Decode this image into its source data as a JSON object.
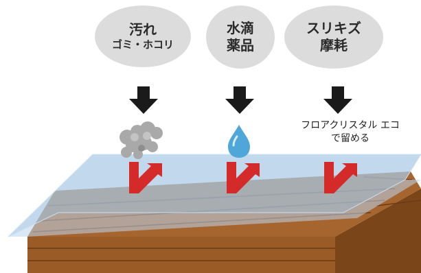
{
  "items": [
    {
      "line1": "汚れ",
      "line2": "ゴミ・ホコリ",
      "icon": "dirt-cloud-icon"
    },
    {
      "line1": "水滴",
      "line2": "薬品",
      "icon": "water-drop-icon"
    },
    {
      "line1": "スリキズ",
      "line2": "摩耗",
      "icon": "none"
    }
  ],
  "coating_caption": {
    "line1": "フロアクリスタル エコ",
    "line2": "で留める"
  },
  "colors": {
    "bubble": "#dcdcdc",
    "arrow": "#1a1a1a",
    "check": "#d42a2a",
    "coating": "#a9c9e6",
    "wood": "#a0622c",
    "wood_dark": "#6b3a17"
  }
}
